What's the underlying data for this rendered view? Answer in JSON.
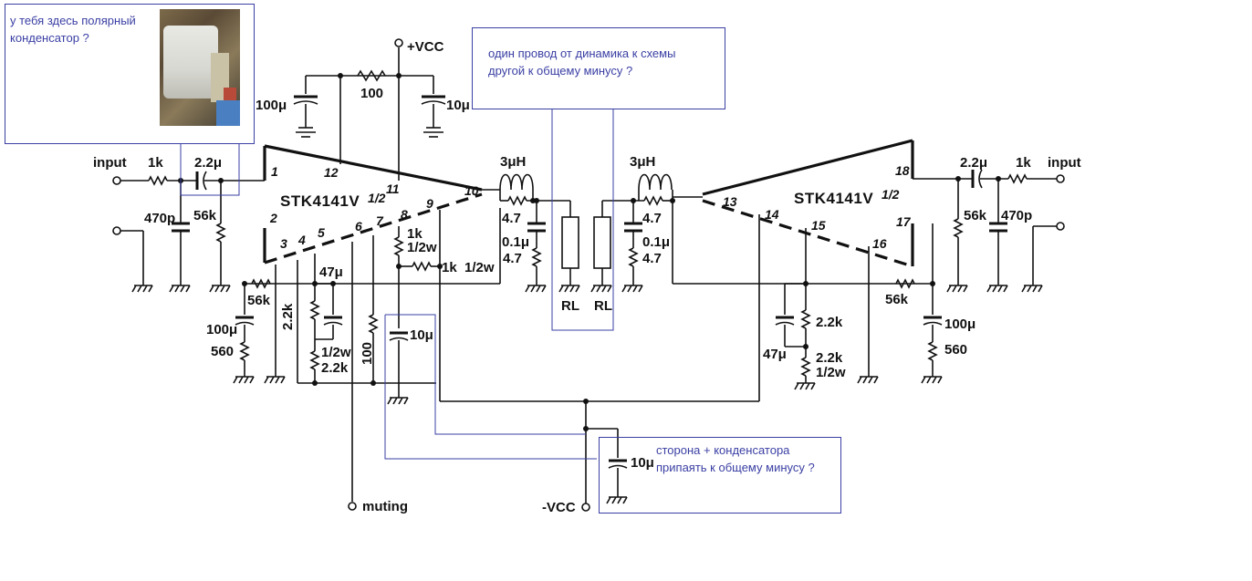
{
  "notes": {
    "polar_cap": "у тебя здесь полярный конденсатор ?",
    "speaker_wire": "один провод от динамика к схемы другой к общему минусу ?",
    "cap_plus_side": "сторона + конденсатора припаять к общему минусу ?"
  },
  "photo": {
    "name": "capacitor-photo"
  },
  "schematic": {
    "vcc_pos": "+VCC",
    "vcc_neg": "-VCC",
    "muting": "muting",
    "input_left": "input",
    "input_right": "input",
    "chip_left": "STK4141V",
    "chip_right": "STK4141V",
    "half": "1/2",
    "c_100u_top": "100μ",
    "r_100_top": "100",
    "c_10u_top": "10μ",
    "r_1k_in_left": "1k",
    "c_2u2_left": "2.2μ",
    "c_470p_left": "470p",
    "r_56k_left": "56k",
    "l_3uH_left": "3μH",
    "r_4u7_left": "4.7",
    "c_0u1_left": "0.1μ",
    "r_4u7b_left": "4.7",
    "l_3uH_right": "3μH",
    "r_4u7_right": "4.7",
    "c_0u1_right": "0.1μ",
    "r_4u7b_right": "4.7",
    "r_1k_pin8": "1k",
    "r_1k_pin8_w": "1/2w",
    "r_1k_fb": "1k",
    "r_1k_fb_w": "1/2w",
    "c_47u_left": "47μ",
    "r_56k_fb_left": "56k",
    "c_100u_left": "100μ",
    "r_560_left": "560",
    "r_2k2_left": "2.2k",
    "r_2k2_left_w": "1/2w",
    "r_2k2_left_b": "2.2k",
    "r_100_left": "100",
    "c_10u_mid": "10μ",
    "c_10u_bottom": "10μ",
    "rl_left": "RL",
    "rl_right": "RL",
    "r_1k_in_right": "1k",
    "c_2u2_right": "2.2μ",
    "r_56k_right": "56k",
    "c_470p_right": "470p",
    "r_56k_fb_right": "56k",
    "c_100u_right": "100μ",
    "r_560_right": "560",
    "c_47u_right": "47μ",
    "r_2k2_right_a": "2.2k",
    "r_2k2_right_b": "2.2k",
    "r_2k2_right_w": "1/2w",
    "pins_left": [
      "1",
      "2",
      "3",
      "4",
      "5",
      "6",
      "7",
      "8",
      "9",
      "10",
      "11",
      "12"
    ],
    "pins_right": [
      "13",
      "14",
      "15",
      "16",
      "17",
      "18"
    ]
  }
}
